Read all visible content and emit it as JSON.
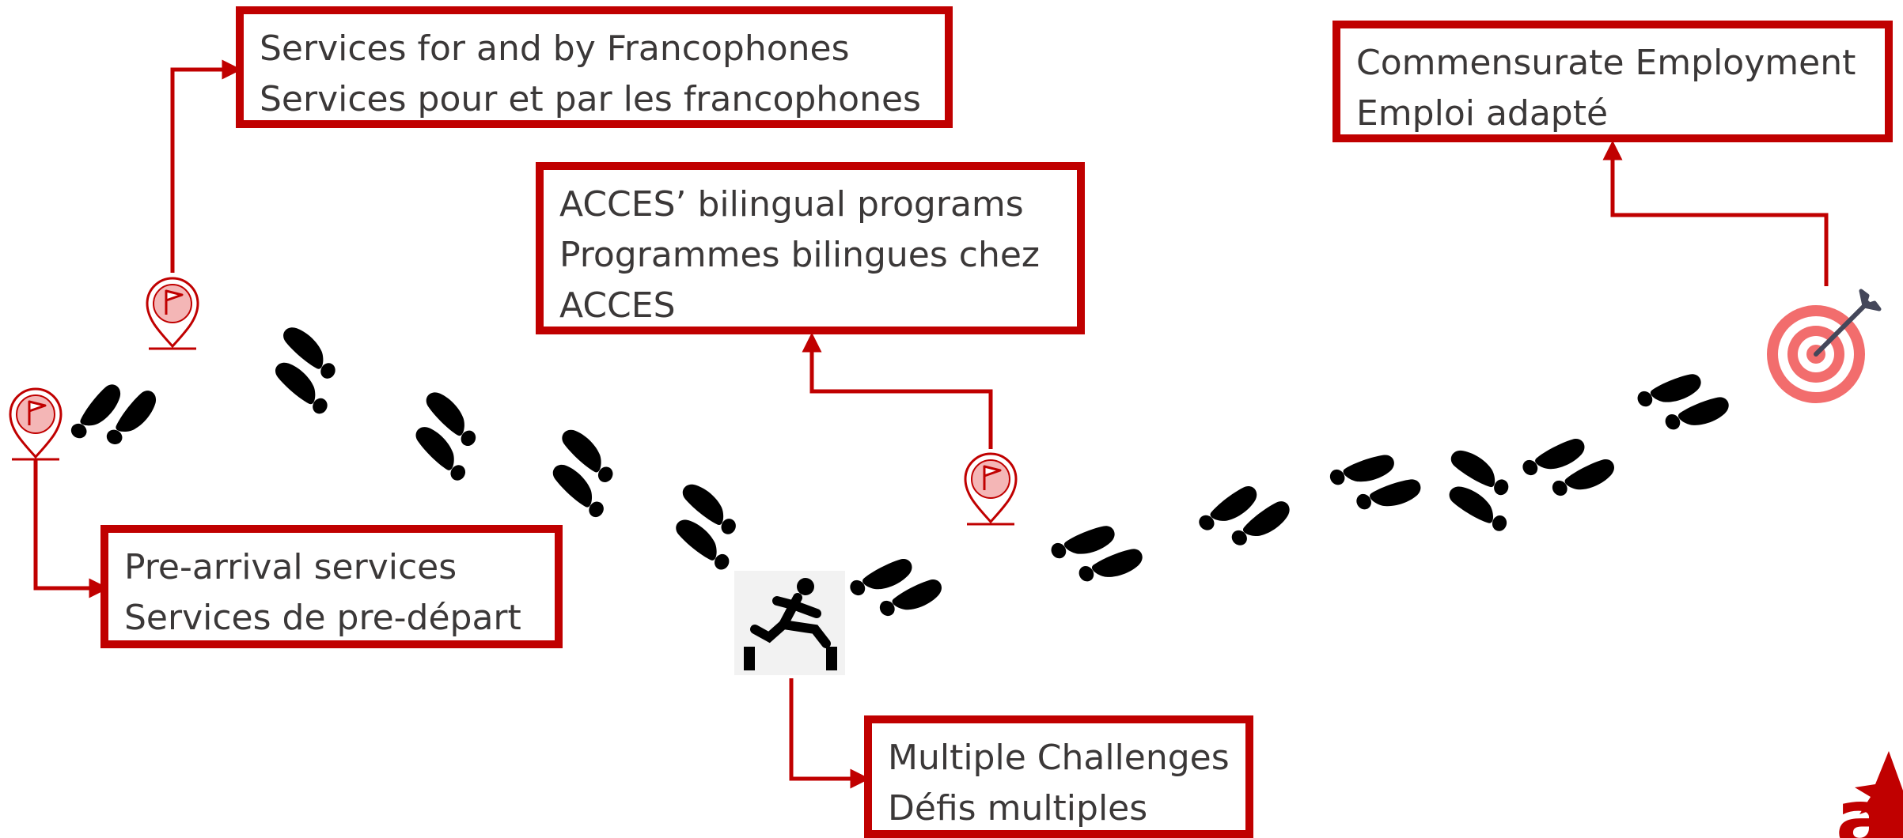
{
  "diagram": {
    "colors": {
      "accent": "#c00000",
      "marker_fill": "#f4b6b6",
      "text": "#3b3838",
      "footprint": "#000000"
    },
    "boxes": {
      "services_francophones": {
        "line1": "Services for and by Francophones",
        "line2": "Services pour et par les francophones"
      },
      "commensurate_employment": {
        "line1": "Commensurate Employment",
        "line2": "Emploi adapté"
      },
      "acces_programs": {
        "line1": "ACCES’ bilingual programs",
        "line2": "Programmes bilingues chez",
        "line3": "ACCES"
      },
      "pre_arrival": {
        "line1": "Pre-arrival services",
        "line2": "Services de pre-départ"
      },
      "multiple_challenges": {
        "line1": "Multiple Challenges",
        "line2": "Défis multiples"
      }
    },
    "icons": [
      "flag-pin-icon",
      "target-icon",
      "hurdle-jumper-icon",
      "footprints-icon",
      "logo"
    ],
    "logo": {
      "text": "a"
    }
  }
}
